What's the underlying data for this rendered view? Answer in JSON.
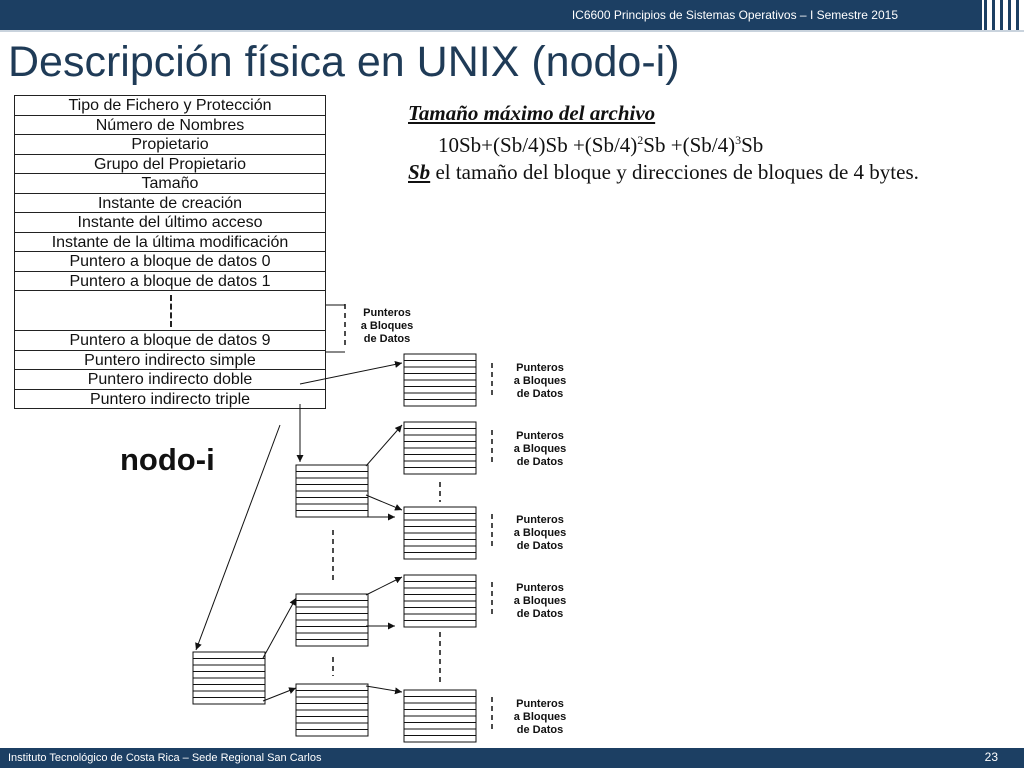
{
  "header": {
    "course": "IC6600 Principios de Sistemas Operativos – I Semestre 2015"
  },
  "title": "Descripción física en UNIX (nodo-i)",
  "inode": {
    "fields": [
      "Tipo de Fichero y Protección",
      "Número de Nombres",
      "Propietario",
      "Grupo del Propietario",
      "Tamaño",
      "Instante de creación",
      "Instante del último acceso",
      "Instante de la última modificación",
      "Puntero a bloque de datos 0",
      "Puntero a bloque de datos 1",
      "Puntero a bloque de datos 9",
      "Puntero indirecto simple",
      "Puntero indirecto doble",
      "Puntero indirecto triple"
    ],
    "label": "nodo-i"
  },
  "formula": {
    "heading": "Tamaño máximo del archivo",
    "expr_1": "10Sb+(Sb/4)Sb +(Sb/4)",
    "exp_2": "2",
    "expr_2": "Sb +(Sb/4)",
    "exp_3": "3",
    "expr_3": "Sb",
    "sb_term": "Sb",
    "sb_desc": " el tamaño del bloque y direcciones de bloques de 4 bytes."
  },
  "block_label": {
    "line1": "Punteros",
    "line2": "a Bloques",
    "line3": "de Datos"
  },
  "footer": {
    "institution": "Instituto Tecnológico de Costa Rica – Sede Regional San Carlos",
    "page": "23"
  },
  "colors": {
    "bar": "#1c3f63",
    "title": "#1f3b57"
  }
}
